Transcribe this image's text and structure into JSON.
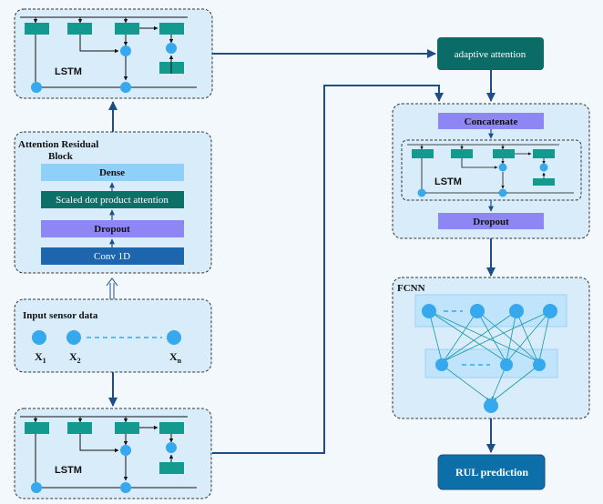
{
  "blocks": {
    "lstm_top": {
      "label": "LSTM"
    },
    "lstm_bottom": {
      "label": "LSTM"
    },
    "lstm_right": {
      "label": "LSTM"
    },
    "attention_block": {
      "title_line1": "Attention Residual",
      "title_line2": "Block",
      "dense": "Dense",
      "scaled_attention": "Scaled dot product attention",
      "dropout": "Dropout",
      "conv": "Conv 1D"
    },
    "input": {
      "title": "Input sensor data",
      "x1": "X",
      "x1_sub": "1",
      "x2": "X",
      "x2_sub": "2",
      "xn": "X",
      "xn_sub": "n"
    },
    "adaptive_attention": "adaptive attention",
    "concatenate": "Concatenate",
    "right_dropout": "Dropout",
    "fcnn": {
      "title": "FCNN"
    },
    "output": "RUL prediction"
  },
  "colors": {
    "teal_cell": "#139a8f",
    "node_blue": "#36a8ee",
    "arrow_navy": "#1d4f86",
    "dense_fill": "#8fd0fb",
    "attention_fill": "#0e6e68",
    "dropout_fill": "#8d86f4",
    "conv_fill": "#1d66ad",
    "adaptive_fill": "#0b6b66",
    "output_fill": "#0c6fa8",
    "panel_fill": "#d9ecfa",
    "fcnn_panel": "#bfe4fb",
    "connection_teal": "#1896a8"
  }
}
